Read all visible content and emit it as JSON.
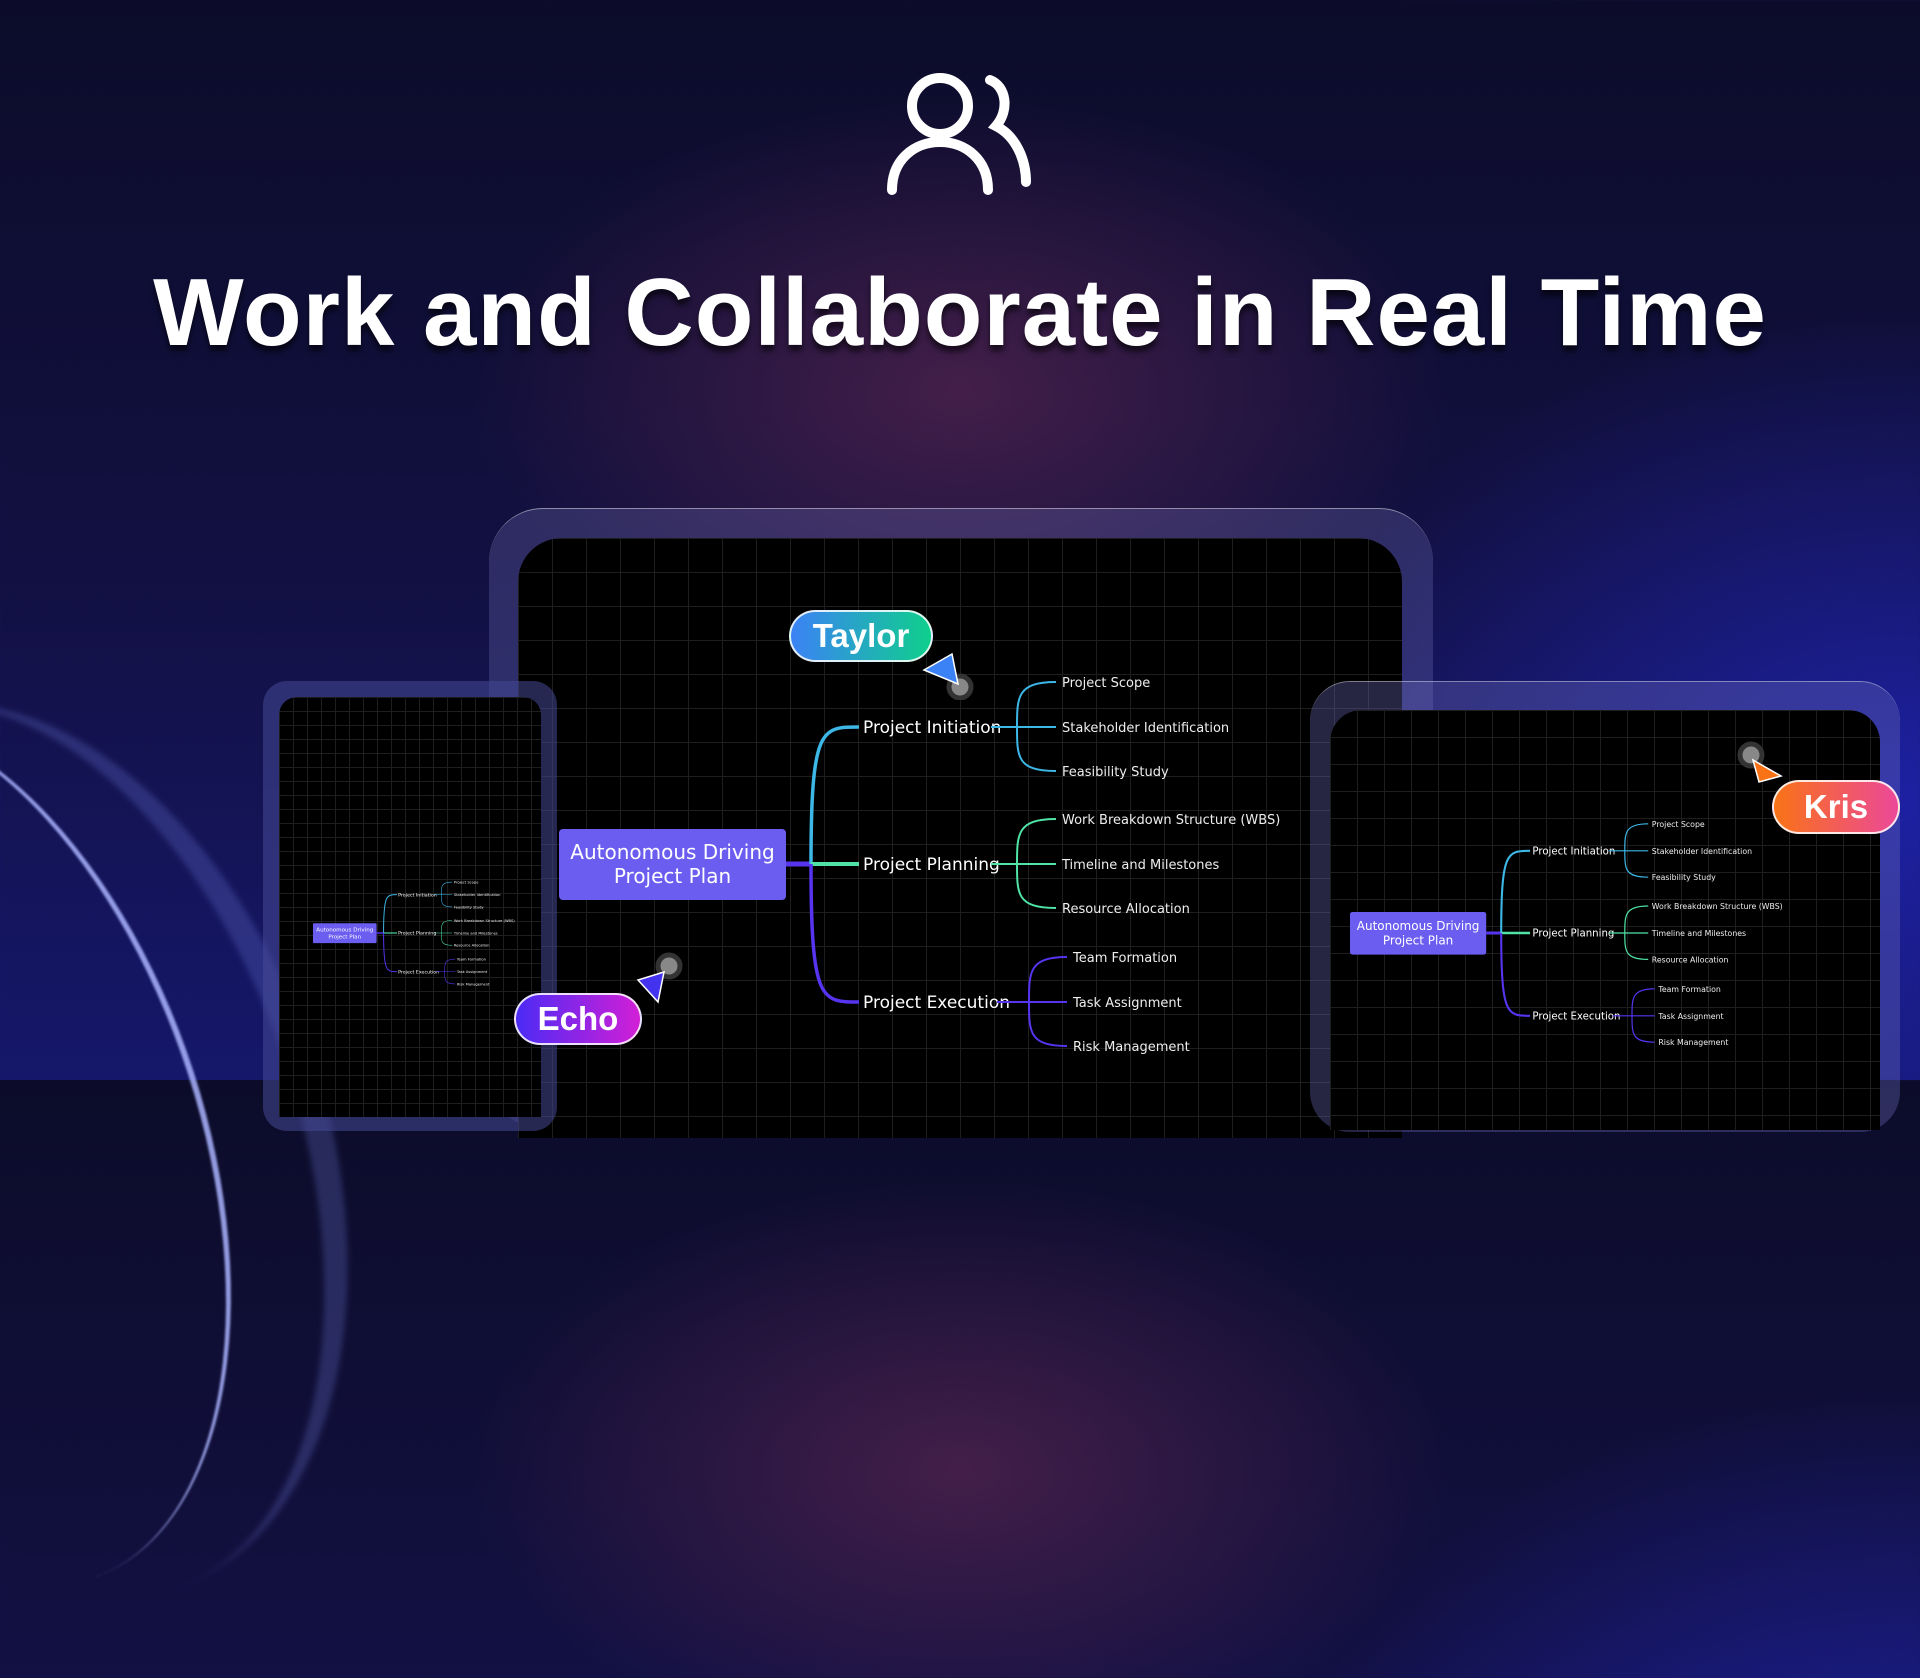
{
  "hero": {
    "icon": "users-icon",
    "title": "Work and Collaborate in Real Time"
  },
  "mindmap": {
    "central": [
      "Autonomous Driving",
      "Project Plan"
    ],
    "branches": [
      {
        "label": "Project Initiation",
        "color": "#3db7e6",
        "leaves": [
          "Project Scope",
          "Stakeholder Identification",
          "Feasibility Study"
        ]
      },
      {
        "label": "Project Planning",
        "color": "#4fe3a6",
        "leaves": [
          "Work Breakdown Structure (WBS)",
          "Timeline and Milestones",
          "Resource Allocation"
        ]
      },
      {
        "label": "Project Execution",
        "color": "#5634f0",
        "leaves": [
          "Team Formation",
          "Task Assignment",
          "Risk Management"
        ]
      }
    ],
    "node_color": "#6a5df0"
  },
  "collaborators": [
    {
      "name": "Taylor",
      "gradient": [
        "#3b82f6",
        "#0fcf8c"
      ],
      "cursor_color": "#3b82f6"
    },
    {
      "name": "Echo",
      "gradient": [
        "#4b2bf5",
        "#d21fd6"
      ],
      "cursor_color": "#4433ee"
    },
    {
      "name": "Kris",
      "gradient": [
        "#f97316",
        "#ec4899"
      ],
      "cursor_color": "#f97316"
    }
  ]
}
